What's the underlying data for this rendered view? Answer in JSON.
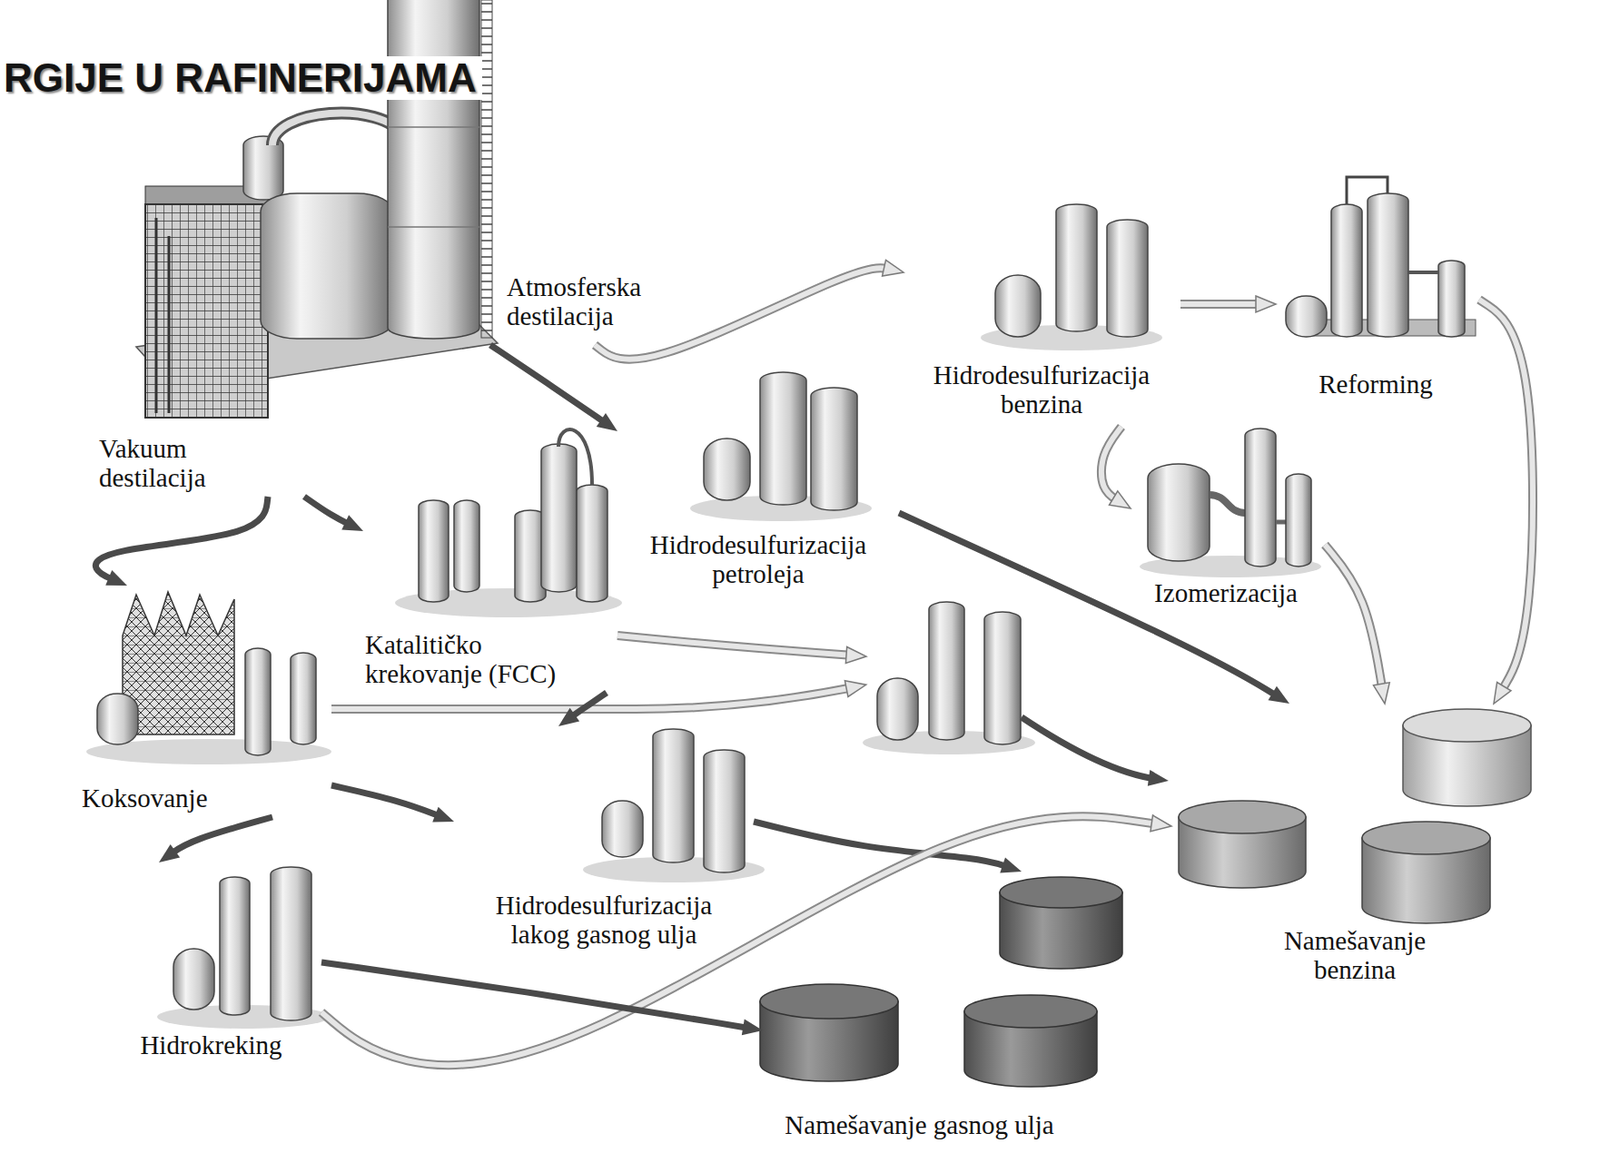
{
  "diagram": {
    "title": "RGIJE U RAFINERIJAMA",
    "nodes": [
      {
        "text": [
          "Atmosferska destilacija"
        ]
      },
      {
        "text": [
          "Hidrodesulfurizacija benzina"
        ]
      },
      {
        "text": [
          "Reforming"
        ]
      },
      {
        "text": [
          "Vakuum destilacija"
        ]
      },
      {
        "text": [
          "Hidrodesulfurizacija petroleja"
        ]
      },
      {
        "text": [
          "Izomerizacija"
        ]
      },
      {
        "text": [
          "Katalitičko krekovanje (FCC)"
        ]
      },
      {
        "text": [
          "Koksovanje"
        ]
      },
      {
        "text": [
          "Hidrodesulfurizacija lakog gasnog ulja"
        ]
      },
      {
        "text": [
          "Namešavanje benzina"
        ]
      },
      {
        "text": [
          "Hidrokreking"
        ]
      },
      {
        "text": [
          "Namešavanje gasnog ulja"
        ]
      }
    ],
    "edges": [
      {
        "from": 0,
        "to": 1,
        "arrow": "to"
      },
      {
        "from": 0,
        "to": 4,
        "arrow": "to"
      },
      {
        "from": 1,
        "to": 2,
        "arrow": "to"
      },
      {
        "from": 1,
        "to": 5,
        "arrow": "to"
      },
      {
        "from": 2,
        "to": 9,
        "arrow": "to"
      },
      {
        "from": 5,
        "to": 9,
        "arrow": "to"
      },
      {
        "from": 4,
        "to": 9,
        "arrow": "to"
      },
      {
        "from": 3,
        "to": 6,
        "arrow": "to"
      },
      {
        "from": 3,
        "to": 7,
        "arrow": "to"
      },
      {
        "from": 6,
        "to": 8,
        "arrow": "to"
      },
      {
        "from": 7,
        "to": 8,
        "arrow": "to"
      },
      {
        "from": 7,
        "to": 10,
        "arrow": "to"
      },
      {
        "from": 8,
        "to": 11,
        "arrow": "to"
      },
      {
        "from": 10,
        "to": 9,
        "arrow": "to"
      },
      {
        "from": 10,
        "to": 11,
        "arrow": "to"
      }
    ]
  }
}
